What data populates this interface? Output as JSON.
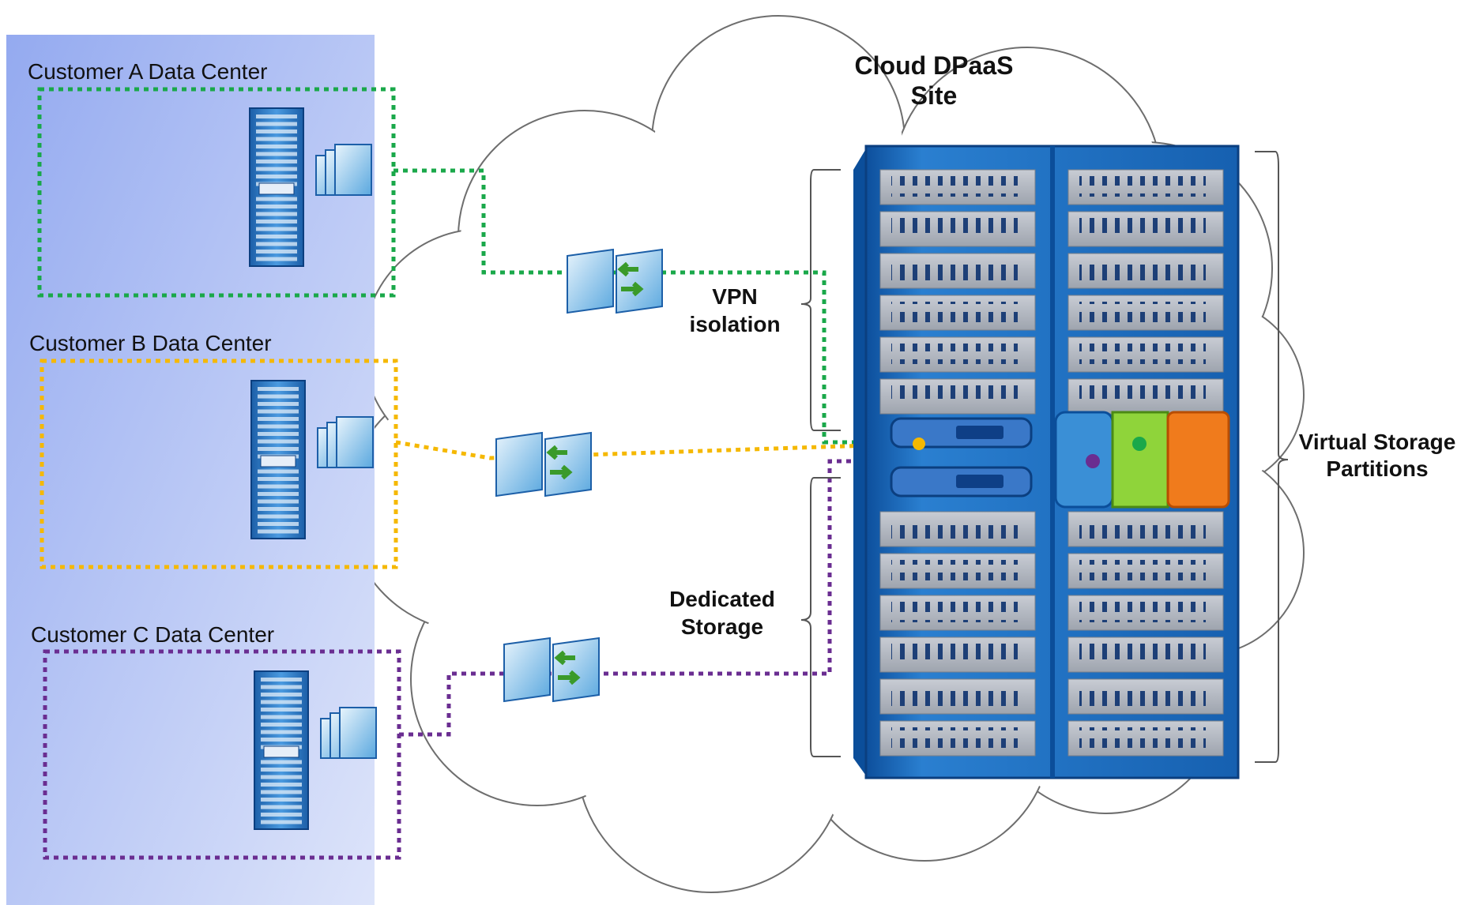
{
  "customers": [
    {
      "label": "Customer A Data Center",
      "color": "#1aa84a"
    },
    {
      "label": "Customer B Data Center",
      "color": "#f5b800"
    },
    {
      "label": "Customer C Data Center",
      "color": "#6a2d91"
    }
  ],
  "cloud": {
    "title_line1": "Cloud DPaaS",
    "title_line2": "Site"
  },
  "annotations": {
    "vpn_line1": "VPN",
    "vpn_line2": "isolation",
    "dedicated_line1": "Dedicated",
    "dedicated_line2": "Storage",
    "virtual_line1": "Virtual Storage",
    "virtual_line2": "Partitions"
  },
  "colors": {
    "panel": "#aebef0",
    "rack_blue": "#1f6fc0",
    "rack_dark": "#0b4e9a",
    "partition_blue": "#3a8fd6",
    "partition_green": "#8fd43a",
    "partition_orange": "#f07b1c"
  },
  "icons": {
    "server": "server-tower-icon",
    "tape": "tape-backup-icon",
    "router": "vpn-router-icon"
  }
}
